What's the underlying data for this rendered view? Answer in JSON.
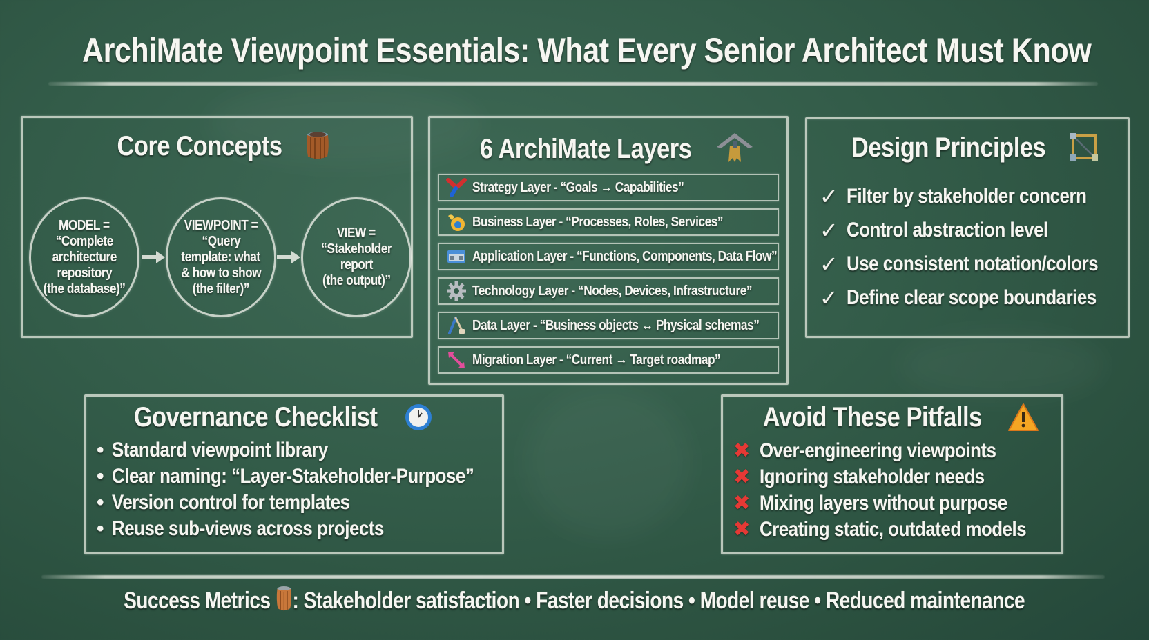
{
  "title": "ArchiMate Viewpoint Essentials: What Every Senior Architect Must Know",
  "colors": {
    "board": "#335c49",
    "chalk": "#f4f4ef",
    "cross": "#e53935",
    "warning": "#f5a623"
  },
  "core_concepts": {
    "title": "Core Concepts",
    "icon": "barrel-icon",
    "flow": [
      {
        "label": "MODEL =",
        "lines": [
          "“Complete",
          "architecture",
          "repository",
          "(the database)”"
        ]
      },
      {
        "label": "VIEWPOINT =",
        "lines": [
          "“Query",
          "template: what",
          "& how to show",
          "(the filter)”"
        ]
      },
      {
        "label": "VIEW =",
        "lines": [
          "“Stakeholder",
          "report",
          "(the output)”"
        ]
      }
    ]
  },
  "layers": {
    "title": "6 ArchiMate Layers",
    "icon": "house-arrow-icon",
    "items": [
      {
        "text": "Strategy Layer - “Goals → Capabilities”",
        "icon": "strategy-icon"
      },
      {
        "text": "Business Layer - “Processes, Roles, Services”",
        "icon": "business-icon"
      },
      {
        "text": "Application Layer - “Functions, Components, Data Flow”",
        "icon": "application-icon"
      },
      {
        "text": "Technology Layer - “Nodes, Devices, Infrastructure”",
        "icon": "gear-icon"
      },
      {
        "text": "Data Layer - “Business objects ↔ Physical schemas”",
        "icon": "data-icon"
      },
      {
        "text": "Migration Layer - “Current → Target roadmap”",
        "icon": "migration-arrow-icon"
      }
    ]
  },
  "design_principles": {
    "title": "Design Principles",
    "icon": "frame-icon",
    "items": [
      "Filter by stakeholder concern",
      "Control abstraction level",
      "Use consistent notation/colors",
      "Define clear scope boundaries"
    ]
  },
  "governance": {
    "title": "Governance Checklist",
    "icon": "clock-icon",
    "items": [
      "Standard viewpoint library",
      "Clear naming: “Layer-Stakeholder-Purpose”",
      "Version control for templates",
      "Reuse sub-views across projects"
    ]
  },
  "pitfalls": {
    "title": "Avoid These Pitfalls",
    "icon": "warning-icon",
    "items": [
      "Over-engineering viewpoints",
      "Ignoring stakeholder needs",
      "Mixing layers without purpose",
      "Creating static, outdated models"
    ]
  },
  "footer": {
    "label": "Success Metrics",
    "icon": "barrel-icon",
    "separator": ":",
    "metrics": [
      "Stakeholder satisfaction",
      "Faster decisions",
      "Model reuse",
      "Reduced maintenance"
    ],
    "bullet": "•"
  },
  "glyphs": {
    "check": "✓",
    "cross": "✖",
    "bullet": "•"
  }
}
